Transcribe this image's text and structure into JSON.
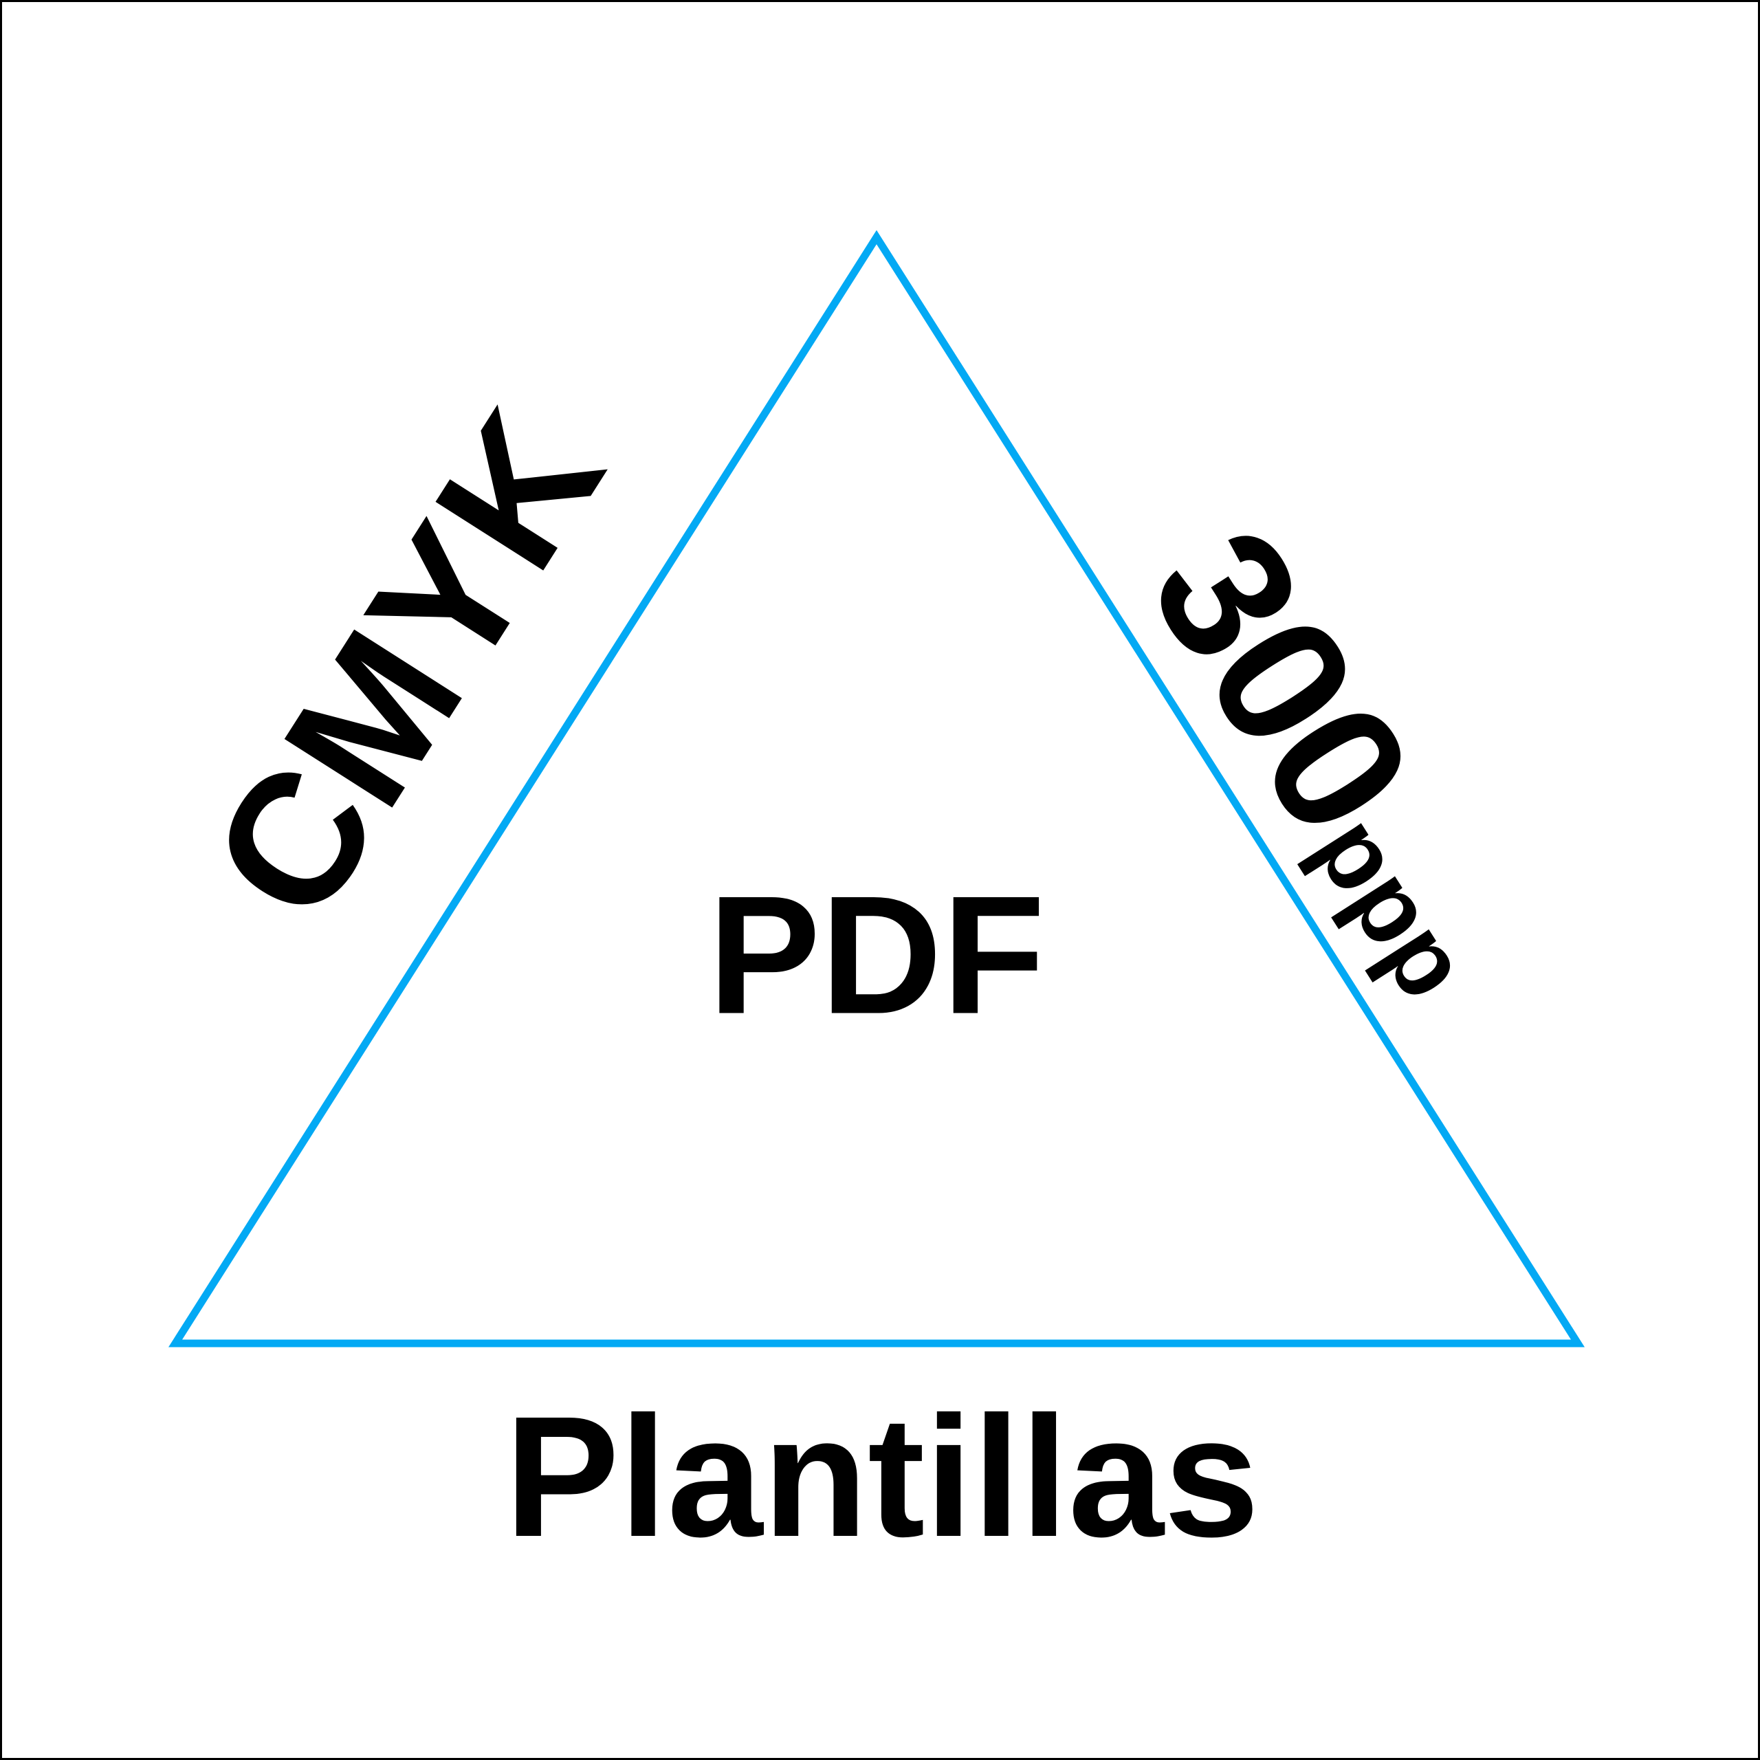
{
  "graphic": {
    "center_label": "PDF",
    "left_side_label": "CMYK",
    "right_side_label": {
      "number": "300",
      "unit": "ppp"
    },
    "bottom_label": "Plantillas"
  },
  "colors": {
    "triangle_stroke": "#03A9F4",
    "text": "#000000",
    "background": "#FFFFFF",
    "frame_border": "#000000"
  },
  "shape": {
    "type": "triangle-outline",
    "stroke_width": 11
  }
}
